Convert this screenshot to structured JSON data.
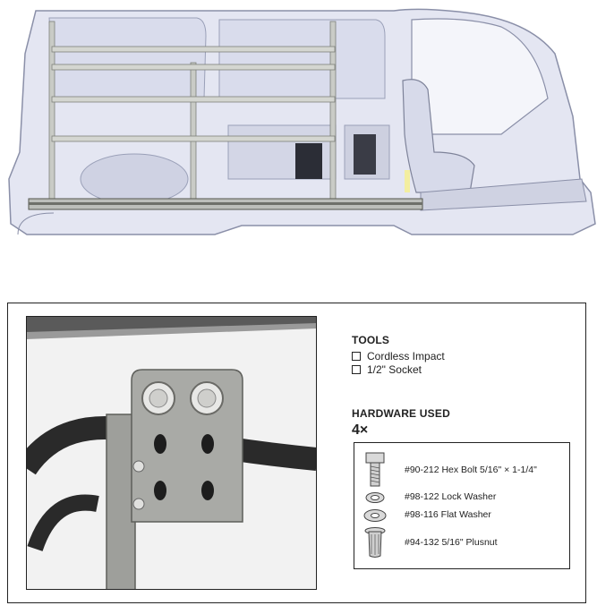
{
  "tools": {
    "heading": "TOOLS",
    "items": [
      "Cordless Impact",
      "1/2\" Socket"
    ]
  },
  "hardware": {
    "heading": "HARDWARE USED",
    "quantity": "4×",
    "items": [
      {
        "label": "#90-212 Hex Bolt 5/16\" × 1-1/4\"",
        "icon": "hex-bolt-icon"
      },
      {
        "label": "#98-122 Lock Washer",
        "icon": "lock-washer-icon"
      },
      {
        "label": "#98-116 Flat Washer",
        "icon": "flat-washer-icon"
      },
      {
        "label": "#94-132 5/16\" Plusnut",
        "icon": "plusnut-icon"
      }
    ]
  },
  "colors": {
    "van_body": "#dfe2f0",
    "van_outline": "#8a8fa8",
    "rack_metal": "#c9cbc6",
    "bracket_metal": "#a9aaa6",
    "seat_accent": "#f3eea0"
  }
}
